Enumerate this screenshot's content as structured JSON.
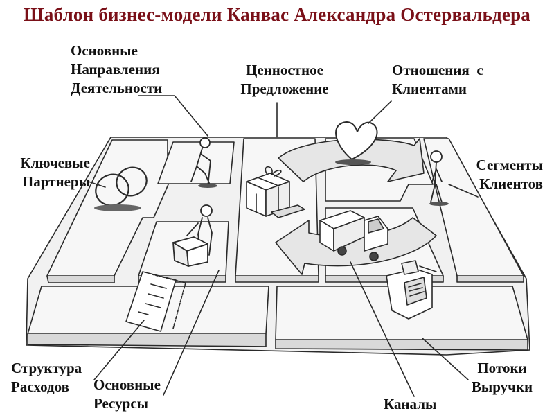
{
  "title": "Шаблон бизнес-модели Канвас Александра Остервальдера",
  "labels": {
    "key_activities": [
      "Основные",
      "Направления",
      "Деятельности"
    ],
    "value_proposition": [
      "Ценностное",
      "Предложение"
    ],
    "customer_relationships": [
      "Отношения  с",
      "Клиентами"
    ],
    "key_partners": [
      "Ключевые",
      "Партнеры"
    ],
    "customer_segments": [
      "Сегменты",
      "Клиентов"
    ],
    "cost_structure": [
      "Структура",
      "Расходов"
    ],
    "key_resources": [
      "Основные",
      "Ресурсы"
    ],
    "channels": [
      "Каналы"
    ],
    "revenue_streams": [
      "Потоки",
      "Выручки"
    ]
  },
  "colors": {
    "title": "#7a1018",
    "text": "#111111",
    "ink": "#2a2a2a",
    "shade": "#d9d9d9"
  }
}
